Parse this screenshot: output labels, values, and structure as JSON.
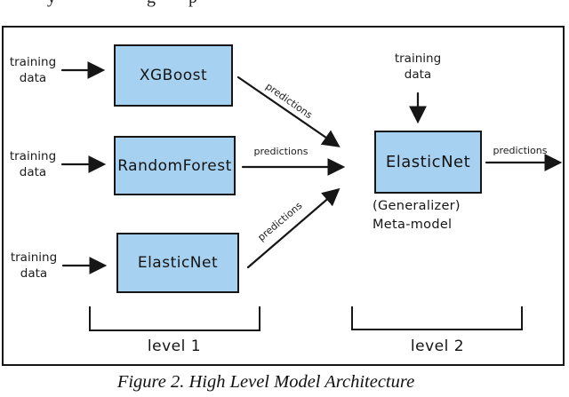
{
  "page": {
    "clipped_top_fragments": [
      "y",
      "g",
      "p"
    ]
  },
  "caption": "Figure 2. High Level Model Architecture",
  "labels": {
    "training_line1": "training",
    "training_line2": "data",
    "predictions": "predictions"
  },
  "level1": {
    "models": [
      {
        "name": "XGBoost"
      },
      {
        "name": "RandomForest"
      },
      {
        "name": "ElasticNet"
      }
    ],
    "bracket_label": "level 1"
  },
  "level2": {
    "model": {
      "name": "ElasticNet",
      "sublabel_line1": "(Generalizer)",
      "sublabel_line2": "Meta-model"
    },
    "bracket_label": "level 2"
  },
  "colors": {
    "box_fill": "#a7d1f0",
    "stroke": "#161616"
  }
}
